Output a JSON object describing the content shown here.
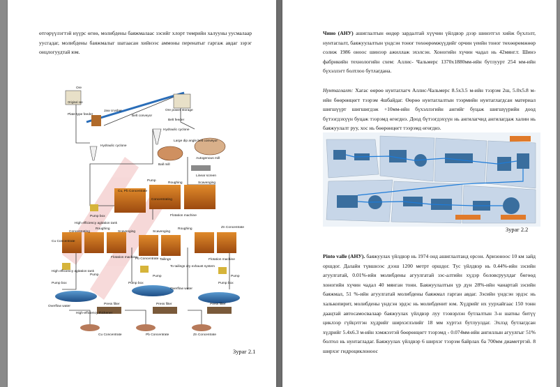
{
  "left_page": {
    "intro": "өтгөрүүлэгтэй нүүрс өгнө, молибдены баяжмалаас зэсийг хлорт төмрийн халууны уусмалаар уусгадаг, молибдены баяжмалыг шатаасан хийнээс аммоны перенатыг гаргаж авдаг зэрэг онцлогуудтай юм.",
    "figure": {
      "labels": {
        "ore": "Ore",
        "original_ore": "Original ore",
        "plate_feeder": "Plate type feeder",
        "jaw_crusher": "Jaw crusher",
        "belt_conveyor": "Belt conveyor",
        "ore_storage": "Ore power storage",
        "belt_feeder": "Belt feeder",
        "hydraulic_cyclone_top": "Hydraulic cyclone",
        "large_dip": "Large dip angle belt conveyor",
        "ball_mill": "Ball mill",
        "autogenous_mill": "Autogenous mill",
        "linear_screen": "Linear screen",
        "hydraulic_cyclone": "Hydraulic cyclone",
        "pump": "Pump",
        "roughing": "Roughing",
        "cu_pb": "Cu, Pb Concentrate",
        "scavenging": "Scavenging",
        "concentrating": "Concentrating",
        "pump_box": "Pump box",
        "flotation_machine": "Flotation machine",
        "high_eff_tank": "High efficiency agitation tank",
        "cu_conc": "Cu Concentrate",
        "pb_conc": "Pb Concentrate",
        "zn_conc": "Zn Concentrate",
        "tailings": "Tailings",
        "to_tailings": "To tailings dry exhaust system",
        "overflow_water": "Overflow water",
        "high_eff_thickener": "High-efficiency thickener",
        "press_filter": "Press filter",
        "cu_concentrate": "Cu Concentrate",
        "pb_concentrate": "Pb Concentrate",
        "zn_concentrate": "Zn Concentrate"
      }
    },
    "caption": "Зураг 2.1"
  },
  "right_page": {
    "p1_bold": "Чино (АНУ)",
    "p1_text": " ашиглалтын өндөр зардалтай хүүчин үйлдвэр дээр шинэтгэл хийж бүхлэлт, нунтаглалт, баяжуулалтын үндсэн тоног төхөөрөмжүүдийг орчин үеийн тоног төхөөрөмжөөр солиж 1986 оноос шинээр ажиллаж эхэлсэн. Хоногийн хүчин чадал нь 42мянг.т. Шинэ фабрикийн технологийн схем: Аллис- Чальмерс 1370х1880мм-ийн бутлуурт 254 мм-ийн бүхэллэгт болтлоо бутлагдана.",
    "p2_italic": "Нунтаглалт:",
    "p2_text": " Хагас өөрөө нунтаглагч Аллис-Чальмерс 8.5х3.5 м-ийн тээрэм 2ш, 5.0х5.8 м-ийн бөөрөнцөгт тээрэм 4шбайдаг. Өөрөө нунтаглалтын тээрмийн нунтаглагдсан материал шигшүүрт шигшигдэж +10мм-ийн бүхэллэгийн ангийг буцаж шигшүүрийн доод бүтээгдэхүүн буцаж тээрэмд өгөгднэ. Доод бүтээгдэхүүн нь ангилагчид ангилагдаж халин нь баяжуулалт руу, хос нь бөөрөнцөгт тээрэмд өгөгднэ.",
    "caption": "Зураг 2.2",
    "p3_bold": "Pinto valle (АНУ).",
    "p3_text": " баяжуулах үйлдвэр нь 1974 онд ашиглалтанд орсон. Аризоноос 10 км зайд оршдог. Далайн түвшнээс дээш 1200 метрт оршдог. Тус үйлдвэр нь 0.44%-ийн зэсийн агуулгатай, 0.01%-ийн молибдены агуулгатай зэс-алтийн хүдэр боловсруулдаг бөгөөд хоногийн хүчин чадал 40 мянган тонн. Баяжуулалтын үр дүн 28%-ийн чанартай зэсийн баяжмал, 51 %-ийн агуулгатай молибдены баяжмал гарган авдаг. Зэсийн үндсэн эрдэс нь халькопирит, молибдены үндсэн эрдэс нь молибденит юм. Хүдрийг их уурхайгаас 150 тонн даацтай автосамосвалаар баяжуулах үйлдвэр луу тээвэрлэн бутлалтын 3-н шатны битүү циклээр гүйцэтгэн хүдрийг ширхэглэлийг 18 мм хүртэл бутлуулдаг. Эхлэд бутлагдсан хүдрийг 5.4х6.3 м-ийн хэмжээтэй бөөрөнцөгт тээрэмд - 0.074мм-ийн ангиллын агуулгыг 51% болтол нь нунтагладаг. Баяжуулах үйлдвэр 6 ширхэг тээрэм байрлах ба 700мм диаметртэй. 8 ширхэг гидроциклоноос"
  }
}
